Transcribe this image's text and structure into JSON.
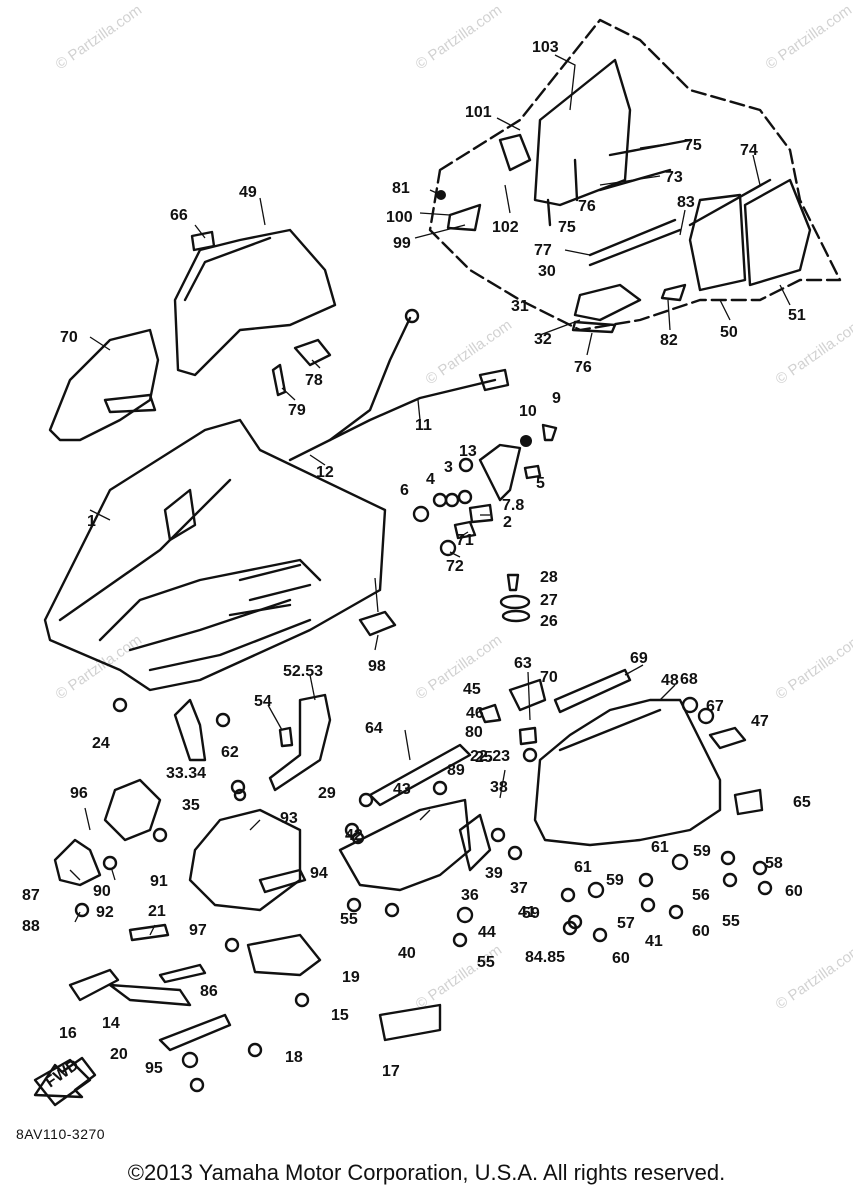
{
  "callouts": [
    "103",
    "101",
    "75",
    "81",
    "73",
    "74",
    "100",
    "102",
    "76",
    "99",
    "75",
    "83",
    "66",
    "49",
    "77",
    "70",
    "30",
    "31",
    "32",
    "82",
    "50",
    "51",
    "76",
    "78",
    "79",
    "11",
    "9",
    "10",
    "13",
    "3",
    "4",
    "5",
    "6",
    "7.8",
    "12",
    "1",
    "2",
    "71",
    "72",
    "28",
    "27",
    "26",
    "98",
    "63",
    "69",
    "52.53",
    "45",
    "70",
    "68",
    "48",
    "67",
    "54",
    "46",
    "47",
    "80",
    "25",
    "24",
    "62",
    "22.23",
    "33.34",
    "64",
    "38",
    "89",
    "96",
    "35",
    "29",
    "65",
    "43",
    "93",
    "42",
    "61",
    "59",
    "58",
    "39",
    "37",
    "87",
    "90",
    "91",
    "94",
    "60",
    "61",
    "56",
    "92",
    "36",
    "59",
    "88",
    "41",
    "55",
    "57",
    "21",
    "59",
    "44",
    "97",
    "40",
    "60",
    "60",
    "55",
    "41",
    "55",
    "84.85",
    "19",
    "86",
    "15",
    "16",
    "14",
    "20",
    "18",
    "95",
    "17"
  ],
  "watermark_text": "© Partzilla.com",
  "drawing_number": "8AV110-3270",
  "direction_label": "FWD",
  "copyright": "©2013 Yamaha Motor Corporation, U.S.A. All rights reserved."
}
